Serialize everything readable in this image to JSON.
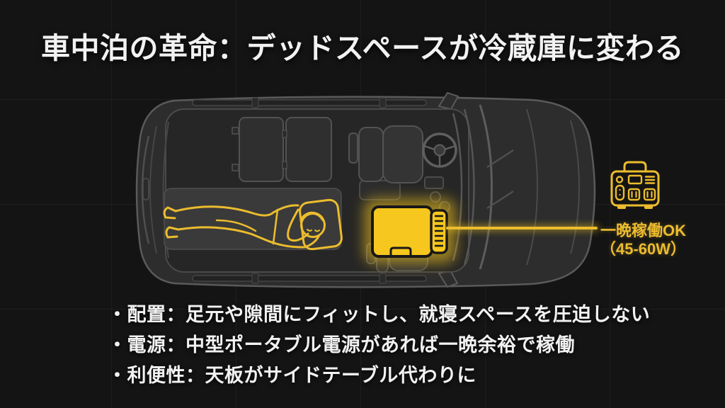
{
  "slide": {
    "title": "車中泊の革命：デッドスペースが冷蔵庫に変わる",
    "bullets": [
      "・配置：足元や隙間にフィットし、就寝スペースを圧迫しない",
      "・電源：中型ポータブル電源があれば一晩余裕で稼働",
      "・利便性：天板がサイドテーブル代わりに"
    ],
    "annotation": {
      "line1": "一晩稼働OK",
      "line2": "（45-60W）"
    },
    "icons": {
      "car": "car-top-view-icon",
      "person": "sleeping-person-icon",
      "fridge": "fridge-icon",
      "power": "portable-power-station-icon"
    },
    "colors": {
      "background": "#141414",
      "accent_yellow": "#ecbc2e",
      "fridge_yellow": "#f6c71e",
      "text_white": "#f2f2f2",
      "car_fill": "#2d2d2d",
      "car_line": "#5a5a5a",
      "mat_fill": "#3a3a3a"
    }
  }
}
